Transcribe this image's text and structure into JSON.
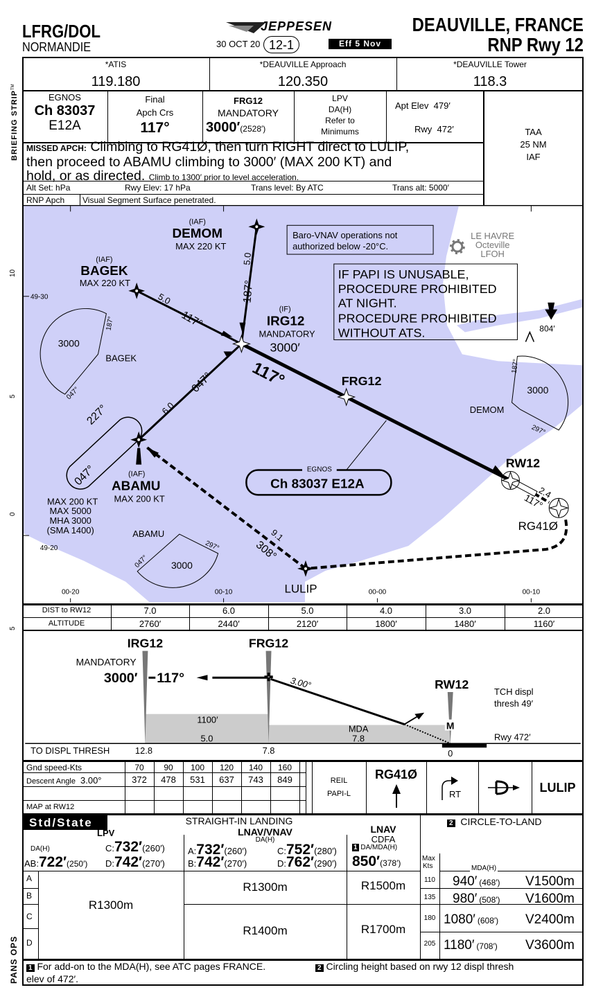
{
  "header": {
    "icao": "LFRG/DOL",
    "airport_name": "NORMANDIE",
    "brand": "JEPPESEN",
    "date": "30 OCT 20",
    "chart_no": "12-1",
    "effective": "Eff 5 Nov",
    "city": "DEAUVILLE, FRANCE",
    "procedure": "RNP Rwy 12"
  },
  "margin": {
    "briefing_strip": "BRIEFING STRIP",
    "tm": "TM",
    "pans_ops": "PANS OPS",
    "lat_10": "10",
    "lat_5a": "5",
    "lat_0": "0",
    "lat_5b": "5"
  },
  "comms": [
    {
      "label": "*ATIS",
      "freq": "119.180"
    },
    {
      "label": "*DEAUVILLE Approach",
      "freq": "120.350"
    },
    {
      "label": "*DEAUVILLE Tower",
      "freq": "118.3"
    }
  ],
  "briefing": {
    "egnos_label": "EGNOS",
    "egnos_ch": "Ch 83037",
    "egnos_id": "E12A",
    "crs_label1": "Final",
    "crs_label2": "Apch Crs",
    "crs_value": "117°",
    "fix_name": "FRG12",
    "fix_mandatory": "MANDATORY",
    "fix_alt": "3000′",
    "fix_height": "(2528′)",
    "lpv1": "LPV",
    "lpv2": "DA(H)",
    "lpv3": "Refer to",
    "lpv4": "Minimums",
    "apt_elev": "Apt Elev  479′",
    "rwy_elev": "Rwy  472′",
    "taa1": "TAA",
    "taa2": "25 NM",
    "taa3": "IAF",
    "missed_label": "MISSED APCH:",
    "missed_text1": "Climbing to RG41Ø, then turn RIGHT direct to LULIP,",
    "missed_text2": "then proceed to ABAMU climbing to 3000′ (MAX 200 KT) and",
    "missed_text3": "hold, or as directed.",
    "missed_note": "Climb to 1300′ prior to level acceleration.",
    "alt_set": "Alt Set: hPa",
    "rwy_elev_hpa": "Rwy Elev: 17 hPa",
    "trans_level": "Trans level: By ATC",
    "trans_alt": "Trans alt: 5000′",
    "rnp_label": "RNP Apch",
    "rnp_note": "Visual Segment Surface penetrated."
  },
  "map": {
    "baro_note1": "Baro-VNAV operations not",
    "baro_note2": "authorized below -20°C.",
    "papi_note": [
      "IF PAPI IS UNUSABLE,",
      "PROCEDURE PROHIBITED",
      "AT NIGHT.",
      "PROCEDURE PROHIBITED",
      "WITHOUT ATS."
    ],
    "lehavre": [
      "LE HAVRE",
      "Octeville",
      "LFOH"
    ],
    "obstacle": "804′",
    "lat_labels": [
      "49-30",
      "49-20"
    ],
    "lon_labels": [
      "00-20",
      "00-10",
      "00-00",
      "00-10"
    ],
    "demom": {
      "role": "(IAF)",
      "name": "DEMOM",
      "speed": "MAX 220 KT",
      "dist": "5.0",
      "crs": "187°"
    },
    "bagek": {
      "role": "(IAF)",
      "name": "BAGEK",
      "speed": "MAX 220 KT",
      "dist": "5.0",
      "crs": "117°"
    },
    "irg12": {
      "role": "(IF)",
      "name": "IRG12",
      "mandatory": "MANDATORY",
      "alt": "3000′"
    },
    "final_crs": "117°",
    "frg12": "FRG12",
    "abamu": {
      "role": "(IAF)",
      "name": "ABAMU",
      "speed": "MAX 200 KT",
      "dist": "6.0",
      "crs": "047°"
    },
    "hold": {
      "outbound": "227°",
      "inbound": "047°",
      "limits": [
        "MAX 200 KT",
        "MAX 5000",
        "MHA 3000",
        "(SMA 1400)"
      ]
    },
    "egnos_label": "EGNOS",
    "egnos_box": "Ch 83037 E12A",
    "rw12": "RW12",
    "rg410": "RG41Ø",
    "rg_dist": "2.4",
    "rg_crs": "117°",
    "lulip": "LULIP",
    "lulip_dist": "9.1",
    "lulip_crs": "308°",
    "taa_bagek": {
      "alt": "3000",
      "fix": "BAGEK",
      "r1": "187°",
      "r2": "047°"
    },
    "taa_abamu": {
      "alt": "3000",
      "fix": "ABAMU",
      "r1": "047°",
      "r2": "297°"
    },
    "taa_demom": {
      "alt": "3000",
      "fix": "DEMOM",
      "r1": "187°",
      "r2": "297°"
    },
    "colors": {
      "water": "#cfd0f8",
      "land": "#ffffff"
    }
  },
  "dist_table": {
    "dist_label": "DIST to RW12",
    "alt_label": "ALTITUDE",
    "dist": [
      "7.0",
      "6.0",
      "5.0",
      "4.0",
      "3.0",
      "2.0"
    ],
    "alt": [
      "2760′",
      "2440′",
      "2120′",
      "1800′",
      "1480′",
      "1160′"
    ]
  },
  "profile": {
    "irg12": "IRG12",
    "frg12": "FRG12",
    "rw12": "RW12",
    "mandatory": "MANDATORY",
    "alt": "3000′",
    "crs": "117°",
    "angle": "3.00°",
    "tch1": "TCH displ",
    "tch2": "thresh 49′",
    "rwy": "Rwy 472′",
    "msa1": "1100′",
    "seg1": "5.0",
    "mda": "MDA",
    "seg2": "7.8",
    "map_symbol": "M",
    "to_thresh": "TO DISPL THRESH",
    "d1": "12.8",
    "d2": "7.8",
    "d3": "0"
  },
  "speed_table": {
    "gs_label": "Gnd speed-Kts",
    "gs": [
      "70",
      "90",
      "100",
      "120",
      "140",
      "160"
    ],
    "angle_label": "Descent Angle",
    "angle": "3.00°",
    "rod": [
      "372",
      "478",
      "531",
      "637",
      "743",
      "849"
    ],
    "map_label": "MAP at RW12"
  },
  "missed_icons": {
    "reil": "REIL",
    "papi": "PAPI-L",
    "rg410": "RG41Ø",
    "rt": "RT",
    "lulip": "LULIP"
  },
  "minimums": {
    "std": "Std/State",
    "straight_in": "STRAIGHT-IN LANDING",
    "lpv": {
      "title": "LPV",
      "dah": "DA(H)",
      "c": "C:",
      "c_da": "732′",
      "c_h": "(260′)",
      "ab": "AB:",
      "ab_da": "722′",
      "ab_h": "(250′)",
      "d": "D:",
      "d_da": "742′",
      "d_h": "(270′)",
      "rvr": "R1300m"
    },
    "lnav_vnav": {
      "title": "LNAV/VNAV",
      "dah": "DA(H)",
      "a": "A:",
      "a_da": "732′",
      "a_h": "(260′)",
      "c": "C:",
      "c_da": "752′",
      "c_h": "(280′)",
      "b": "B:",
      "b_da": "742′",
      "b_h": "(270′)",
      "d": "D:",
      "d_da": "762′",
      "d_h": "(290′)",
      "rvr_ab": "R1300m",
      "rvr_cd": "R1400m"
    },
    "lnav": {
      "title": "LNAV",
      "sub": "CDFA",
      "note_no": "1",
      "dah": "DA/MDA(H)",
      "da": "850′",
      "h": "(378′)",
      "rvr_ab": "R1500m",
      "rvr_cd": "R1700m"
    },
    "cats": [
      "A",
      "B",
      "C",
      "D"
    ],
    "circle": {
      "note_no": "2",
      "title": "CIRCLE-TO-LAND",
      "max": "Max",
      "kts": "Kts",
      "mdah": "MDA(H)",
      "rows": [
        {
          "kts": "110",
          "mda": "940′",
          "h": "(468′)",
          "vis": "V1500m"
        },
        {
          "kts": "135",
          "mda": "980′",
          "h": "(508′)",
          "vis": "V1600m"
        },
        {
          "kts": "180",
          "mda": "1080′",
          "h": "(608′)",
          "vis": "V2400m"
        },
        {
          "kts": "205",
          "mda": "1180′",
          "h": "(708′)",
          "vis": "V3600m"
        }
      ]
    }
  },
  "footnotes": {
    "n1": "1",
    "t1": "For add-on to the MDA(H), see ATC pages FRANCE.",
    "n2": "2",
    "t2": "Circling height based on rwy 12 displ thresh",
    "t2b": "elev of 472′."
  }
}
